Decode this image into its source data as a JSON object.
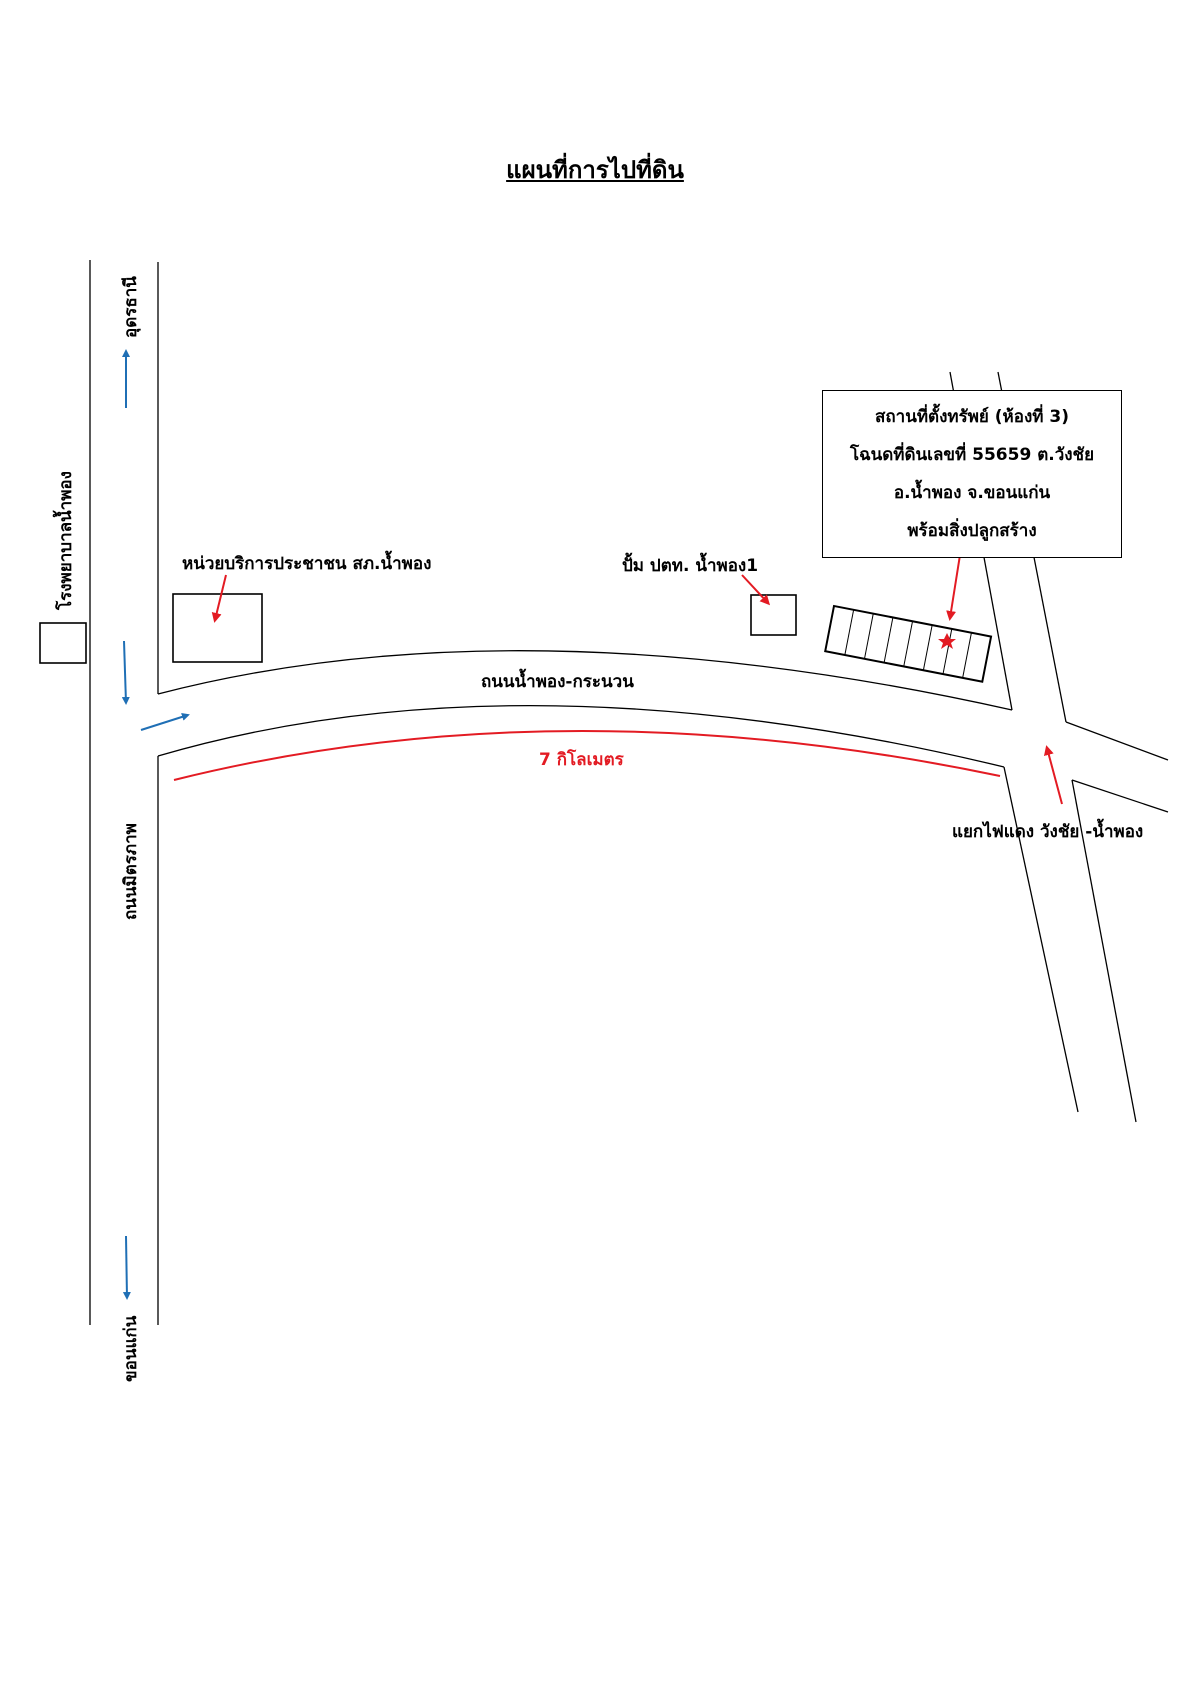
{
  "title": "แผนที่การไปที่ดิน",
  "info_box": {
    "lines": [
      "สถานที่ตั้งทรัพย์ (ห้องที่ 3)",
      "โฉนดที่ดินเลขที่ 55659 ต.วังชัย",
      "อ.น้ำพอง จ.ขอนแก่น",
      "พร้อมสิ่งปลูกสร้าง"
    ]
  },
  "labels": {
    "hospital": "โรงพยาบาลน้ำพอง",
    "udon": "อุดรธานี",
    "khonkaen": "ขอนแก่น",
    "mittraphap_road": "ถนนมิตรภาพ",
    "service_unit": "หน่วยบริการประชาชน สภ.น้ำพอง",
    "ptt_station": "ปั้ม ปตท. น้ำพอง1",
    "main_road": "ถนนน้ำพอง-กระนวน",
    "distance": "7 กิโลเมตร",
    "intersection": "แยกไฟแดง วังชัย -น้ำพอง"
  },
  "colors": {
    "blue_arrow": "#1f6fb5",
    "red": "#e31b23",
    "line": "#000000"
  }
}
